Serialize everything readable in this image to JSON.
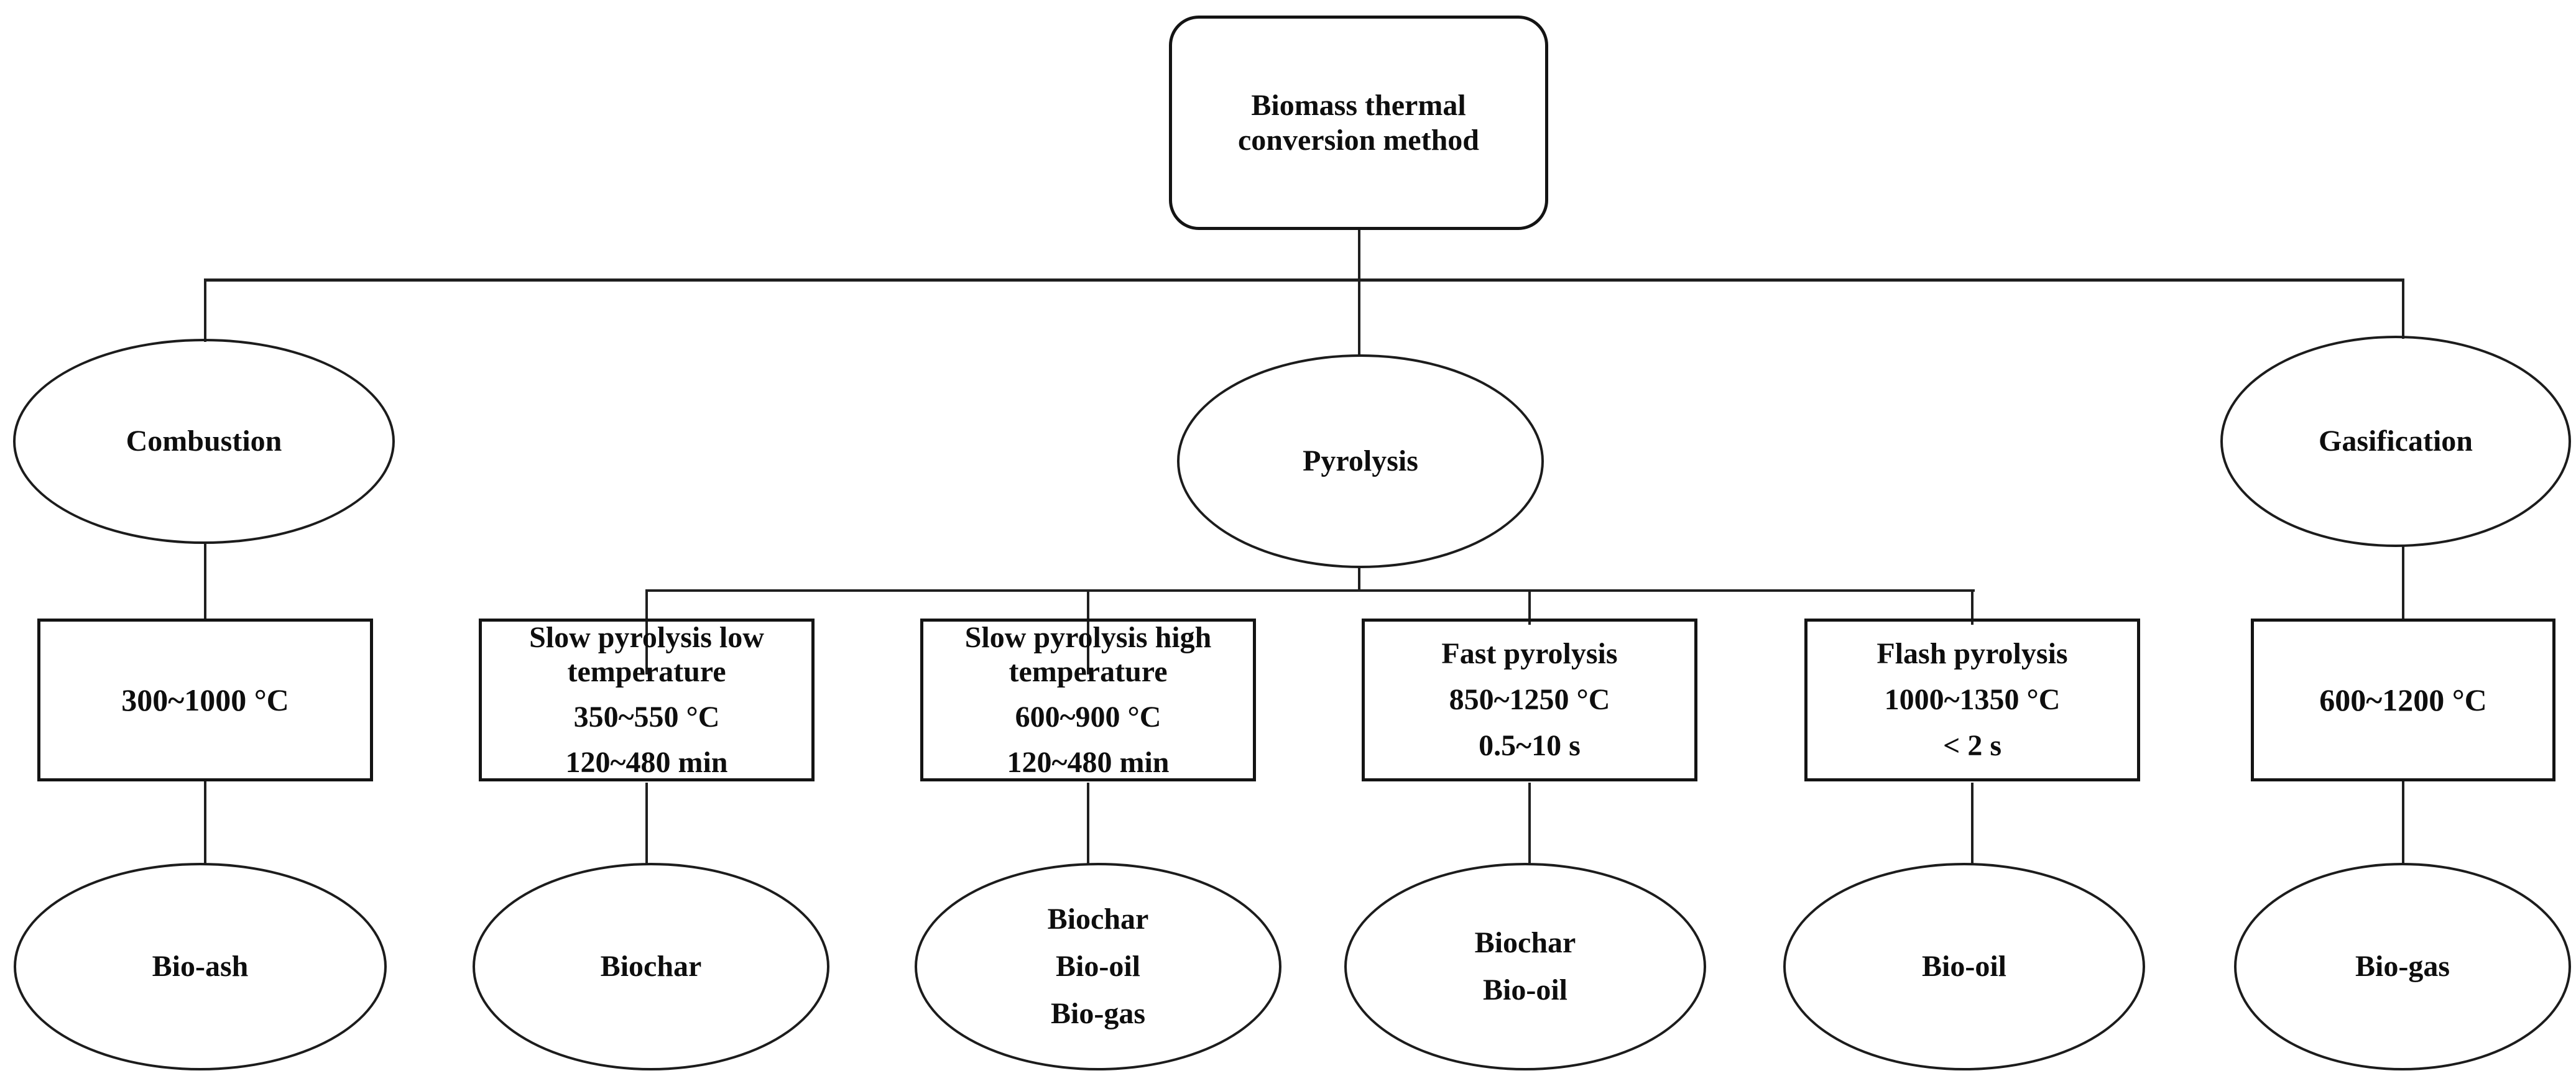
{
  "diagram": {
    "title_box": {
      "lines": [
        "Biomass thermal",
        "conversion method"
      ]
    },
    "methods": [
      {
        "name": "Combustion"
      },
      {
        "name": "Pyrolysis"
      },
      {
        "name": "Gasification"
      }
    ],
    "columns": [
      {
        "parent": "Combustion",
        "conditions": [
          "300~1000 °C"
        ],
        "products": [
          "Bio-ash"
        ]
      },
      {
        "parent": "Pyrolysis",
        "conditions": [
          "Slow pyrolysis low",
          "temperature",
          "350~550 °C",
          "120~480 min"
        ],
        "products": [
          "Biochar"
        ]
      },
      {
        "parent": "Pyrolysis",
        "conditions": [
          "Slow pyrolysis high",
          "temperature",
          "600~900 °C",
          "120~480 min"
        ],
        "products": [
          "Biochar",
          "Bio-oil",
          "Bio-gas"
        ]
      },
      {
        "parent": "Pyrolysis",
        "conditions": [
          "Fast pyrolysis",
          "850~1250 °C",
          "0.5~10 s"
        ],
        "products": [
          "Biochar",
          "Bio-oil"
        ]
      },
      {
        "parent": "Pyrolysis",
        "conditions": [
          "Flash pyrolysis",
          "1000~1350 °C",
          "< 2 s"
        ],
        "products": [
          "Bio-oil"
        ]
      },
      {
        "parent": "Gasification",
        "conditions": [
          "600~1200 °C"
        ],
        "products": [
          "Bio-gas"
        ]
      }
    ],
    "colors": {
      "background": "#ffffff",
      "line": "#1f1f1f",
      "border": "#141414",
      "text": "#0e0e0e"
    }
  }
}
